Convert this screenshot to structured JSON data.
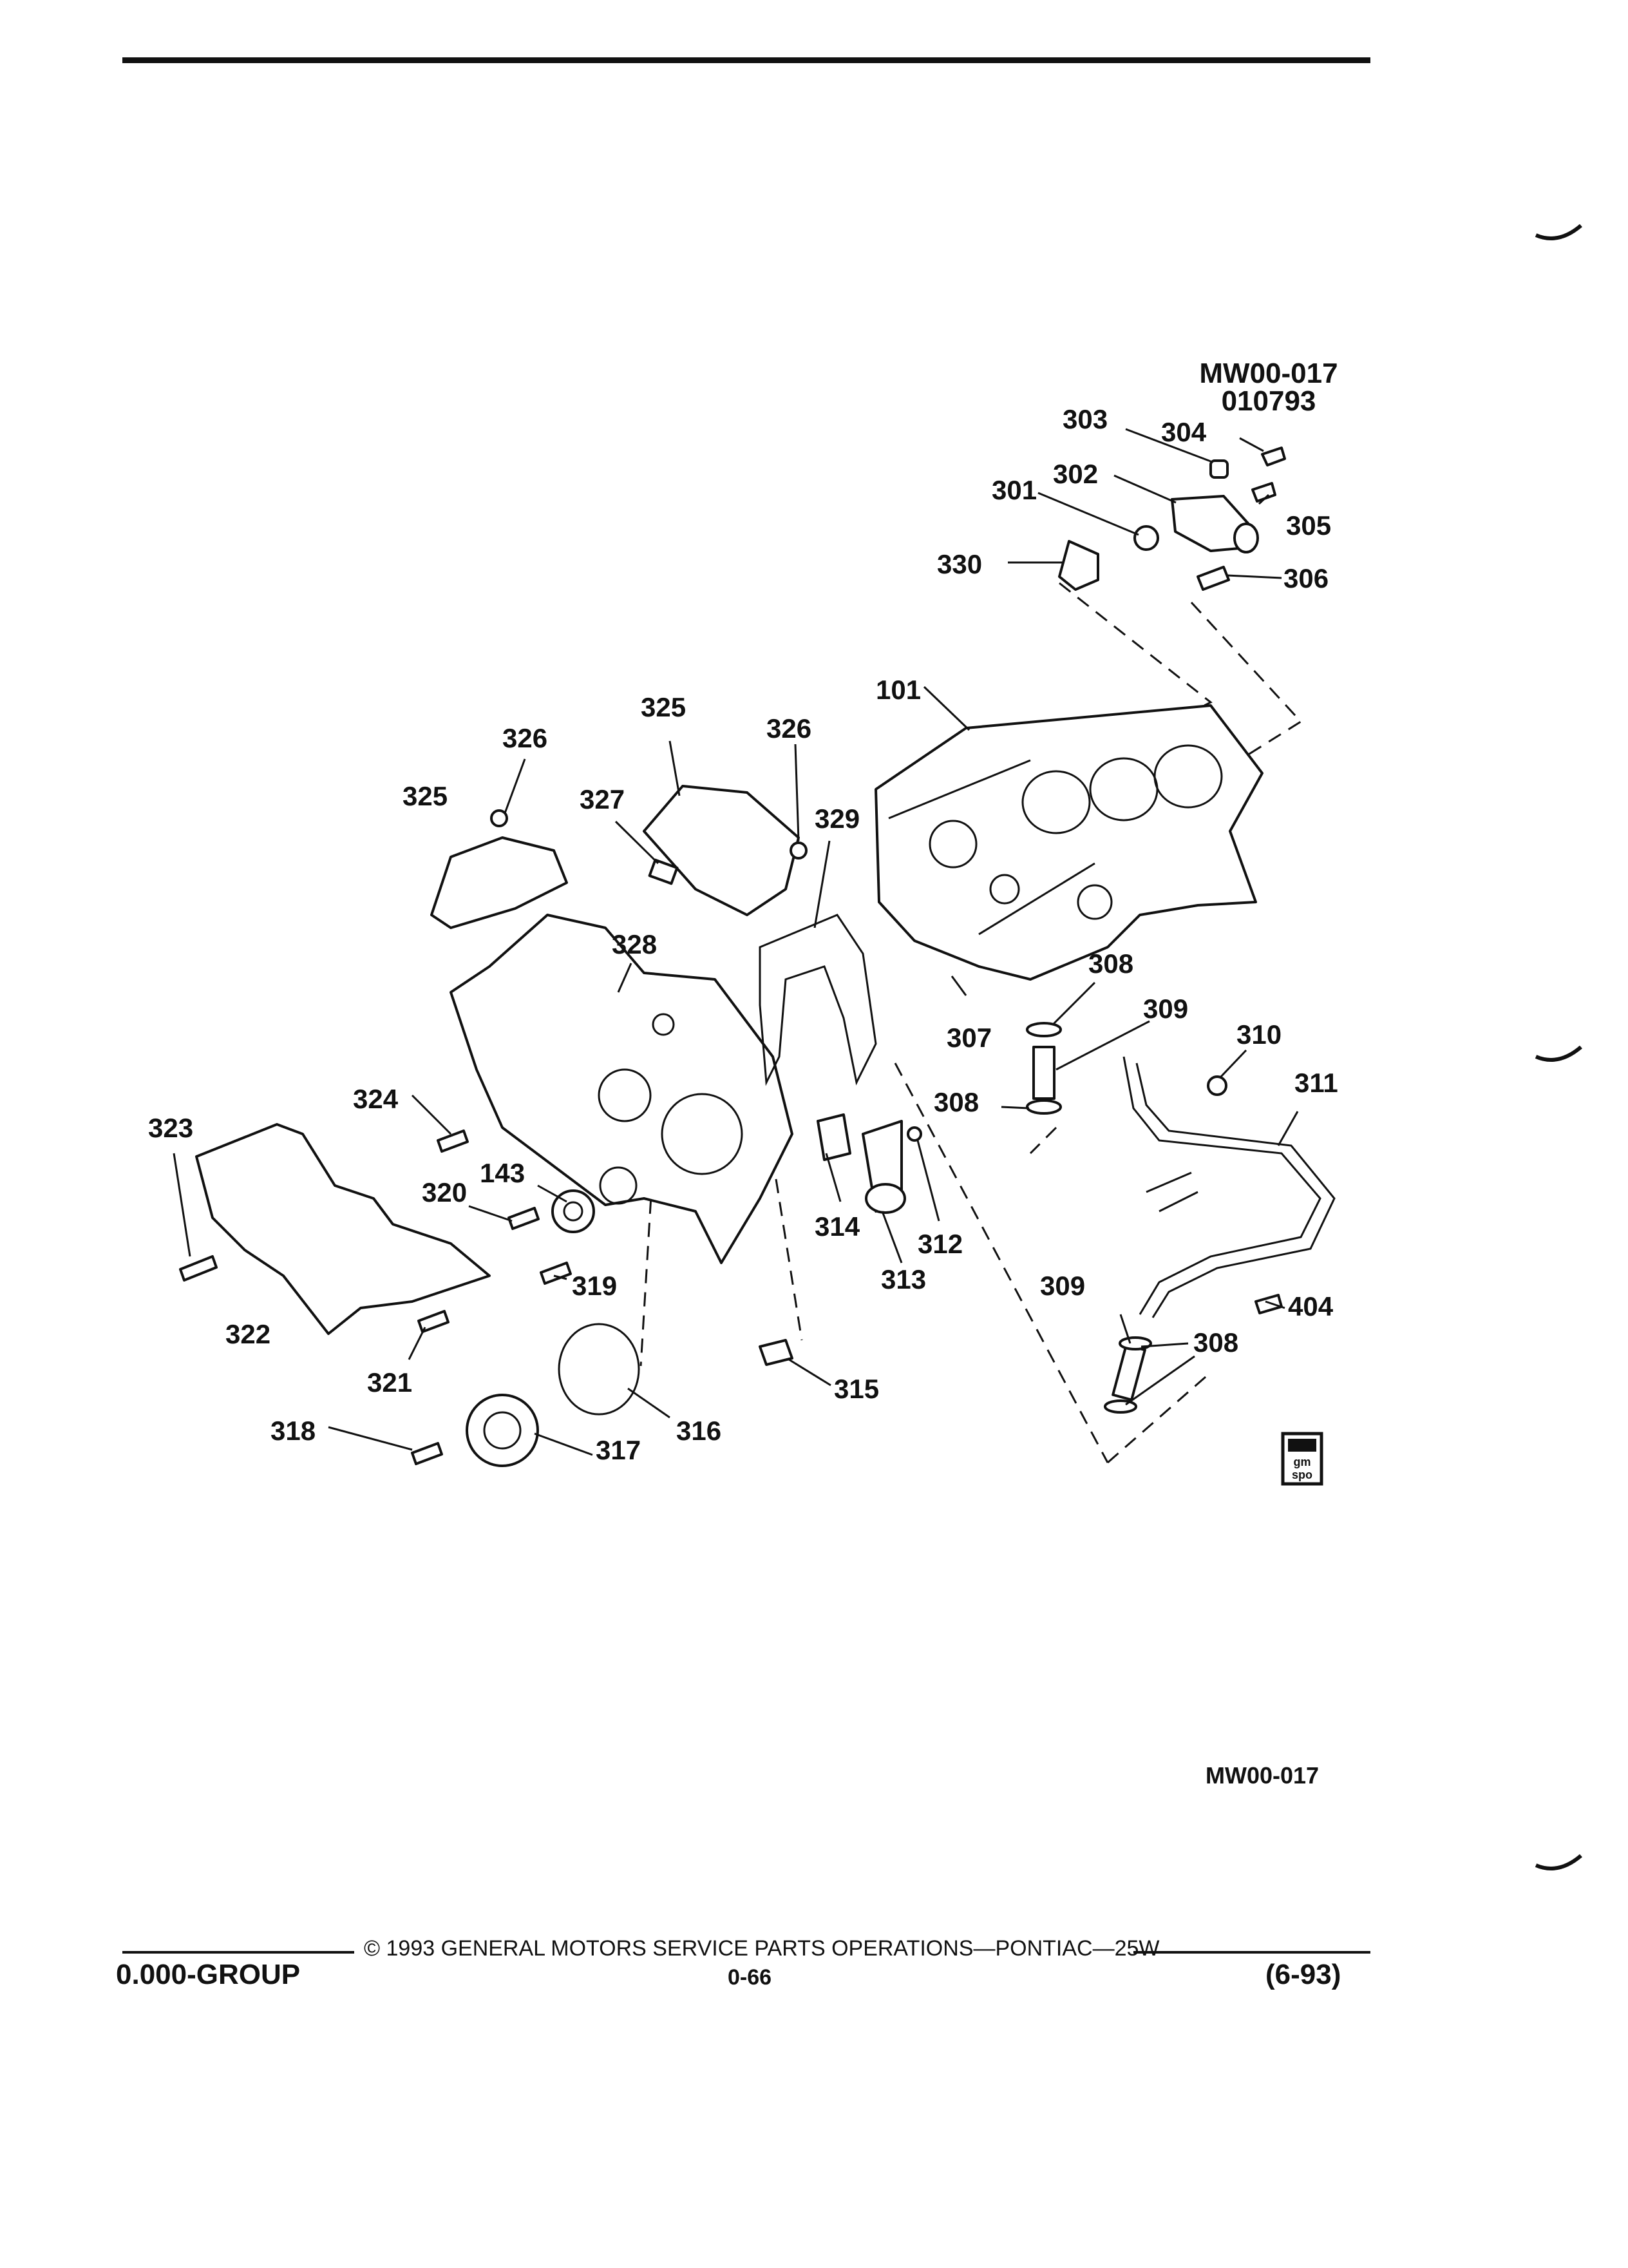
{
  "header": {
    "diagram_code": "MW00-017",
    "date_code": "010793"
  },
  "callouts": {
    "c101": "101",
    "c143": "143",
    "c301": "301",
    "c302": "302",
    "c303": "303",
    "c304": "304",
    "c305": "305",
    "c306": "306",
    "c307": "307",
    "c308a": "308",
    "c308b": "308",
    "c308c": "308",
    "c309a": "309",
    "c309b": "309",
    "c310": "310",
    "c311": "311",
    "c312": "312",
    "c313": "313",
    "c314": "314",
    "c315": "315",
    "c316": "316",
    "c317": "317",
    "c318": "318",
    "c319": "319",
    "c320": "320",
    "c321": "321",
    "c322": "322",
    "c323": "323",
    "c324": "324",
    "c325a": "325",
    "c325b": "325",
    "c326a": "326",
    "c326b": "326",
    "c327": "327",
    "c328": "328",
    "c329": "329",
    "c330": "330",
    "c404": "404"
  },
  "logo": {
    "line1": "gm",
    "line2": "spo"
  },
  "bottom_code": "MW00-017",
  "footer": {
    "group": "0.000-GROUP",
    "copyright": "© 1993 GENERAL MOTORS SERVICE PARTS OPERATIONS—PONTIAC—25W",
    "page": "0-66",
    "date": "(6-93)"
  }
}
